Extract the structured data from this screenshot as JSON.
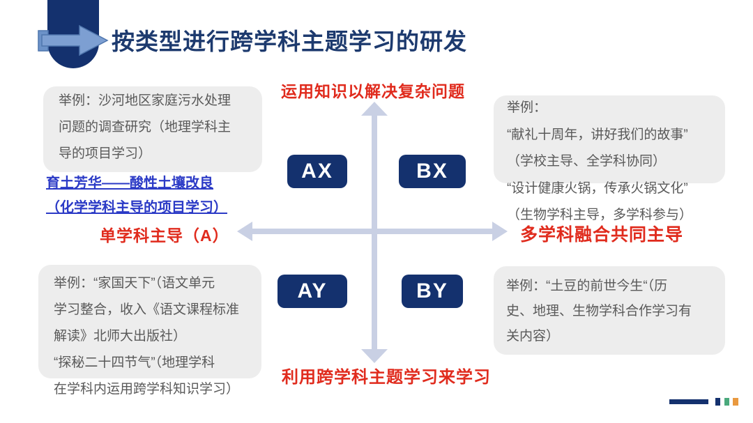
{
  "title": "按类型进行跨学科主题学习的研发",
  "axes": {
    "top": "运用知识以解决复杂问题",
    "bottom": "利用跨学科主题学习来学习",
    "left": "单学科主导（A）",
    "right": "多学科融合共同主导"
  },
  "quadrants": {
    "ax": "AX",
    "bx": "BX",
    "ay": "AY",
    "by": "BY"
  },
  "examples": {
    "top_left": {
      "lines": [
        "举例：沙河地区家庭污水处理",
        "问题的调查研究（地理学科主",
        "导的项目学习）"
      ]
    },
    "top_left_link": {
      "lines": [
        "育土芳华——酸性土壤改良",
        "（化学学科主导的项目学习）"
      ]
    },
    "top_right": {
      "lines": [
        "举例：",
        "“献礼十周年，讲好我们的故事”",
        "（学校主导、全学科协同）",
        "“设计健康火锅，传承火锅文化”",
        "（生物学科主导，多学科参与）"
      ]
    },
    "bottom_left": {
      "lines": [
        "举例：“家国天下”（语文单元",
        "学习整合，收入《语文课程标准",
        "解读》北师大出版社）",
        "“探秘二十四节气”（地理学科",
        "在学科内运用跨学科知识学习）"
      ]
    },
    "bottom_right": {
      "lines": [
        "举例：“土豆的前世今生“（历",
        "史、地理、生物学科合作学习有",
        "关内容）"
      ]
    }
  },
  "colors": {
    "navy": "#14316e",
    "red": "#e02b1d",
    "link_blue": "#2b3ac6",
    "axis": "#c9d0e4",
    "box_bg": "#ededed",
    "body_text": "#595959",
    "deco_green": "#4aa97c",
    "deco_orange": "#e9993f"
  }
}
